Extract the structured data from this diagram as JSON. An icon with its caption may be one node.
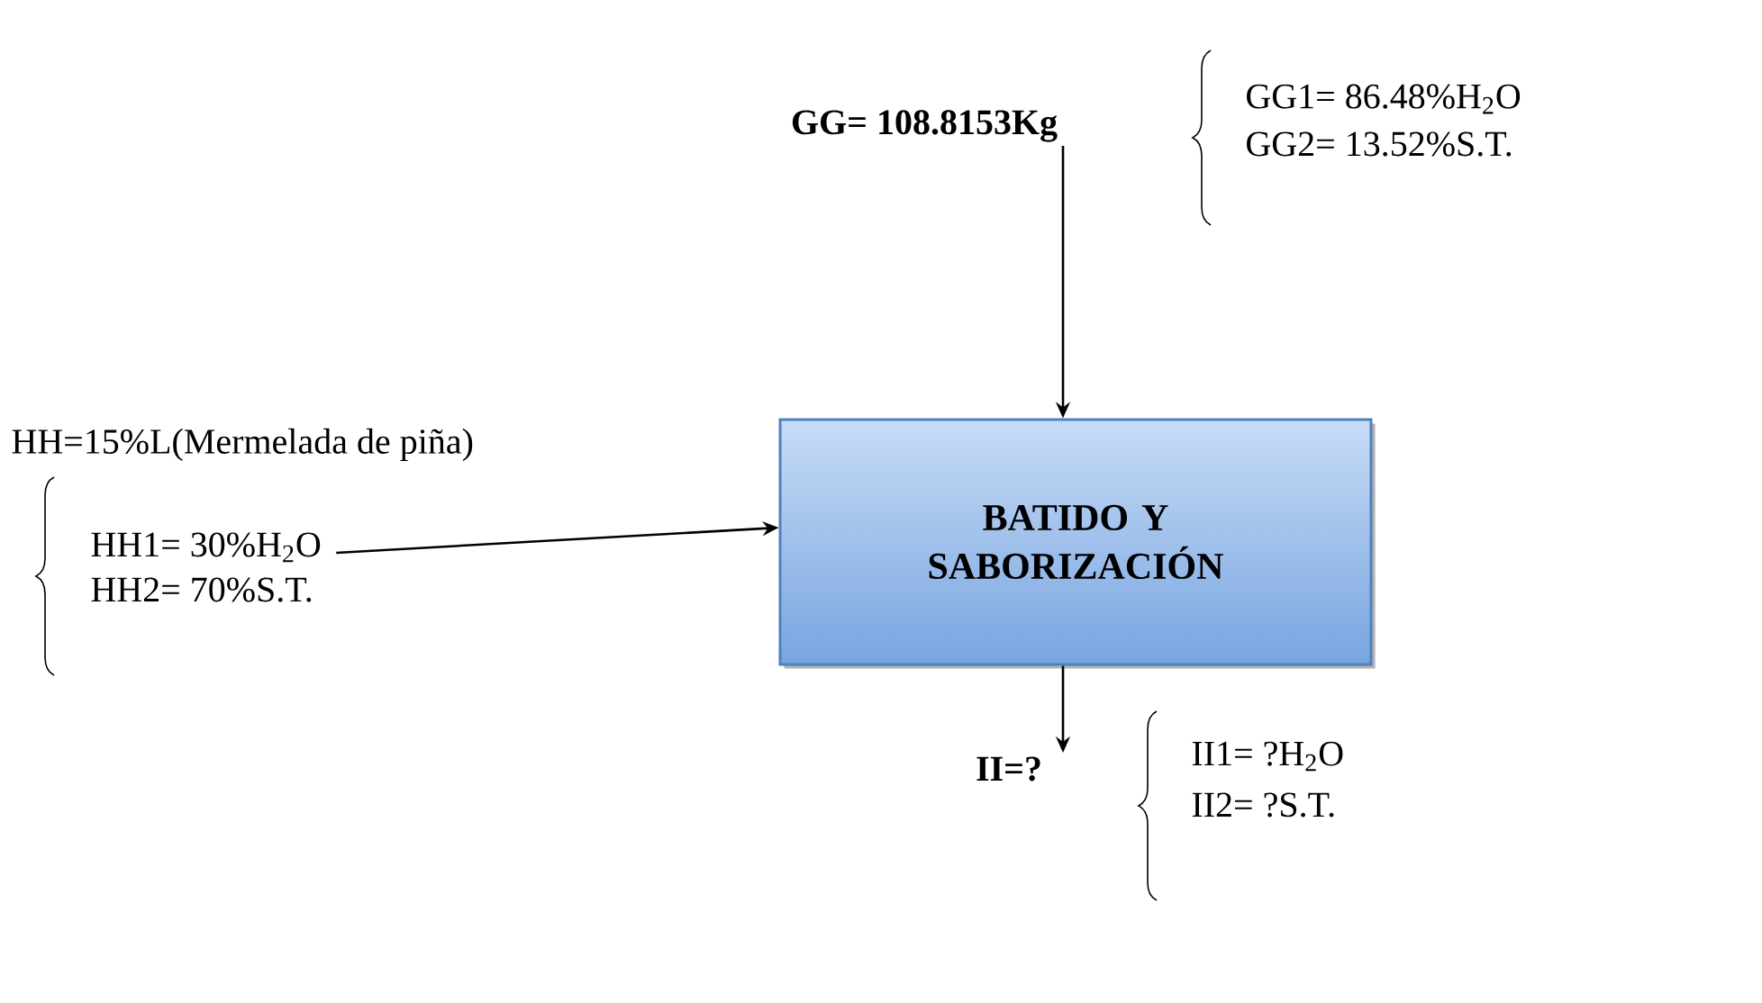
{
  "diagram": {
    "nodes": [
      {
        "text": [
          "BATIDO Y SABORIZACIÓN"
        ]
      },
      {
        "text": [
          "GG= 108.8153Kg"
        ],
        "beside": [
          "GG1= 86.48%H$_{2}$O",
          "GG2= 13.52%S.T."
        ]
      },
      {
        "text": [
          "HH1= 30%H$_{2}$O",
          "HH2= 70%S.T."
        ],
        "beside": [
          "HH=15%L(Mermelada de piña)"
        ]
      },
      {
        "text": [
          "II=?"
        ],
        "beside": [
          "II1= ?H$_{2}$O",
          "II2= ?S.T."
        ]
      }
    ],
    "edges": [
      {
        "from": 1,
        "to": 0,
        "arrow": "to"
      },
      {
        "from": 2,
        "to": 0,
        "arrow": "to"
      },
      {
        "from": 0,
        "to": 3,
        "arrow": "to"
      }
    ]
  }
}
